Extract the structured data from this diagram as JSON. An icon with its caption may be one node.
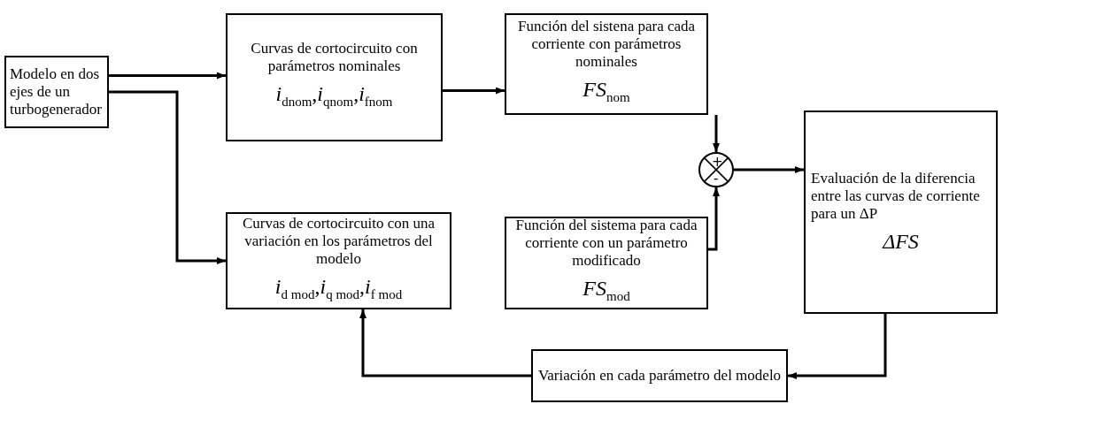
{
  "diagram": {
    "nodes": [
      {
        "text": [
          "Modelo en dos ejes de un turbogenerador"
        ]
      },
      {
        "text": [
          "Curvas de cortocircuito con parámetros nominales",
          "*i*$_{dnom}$,*i*$_{qnom}$,*i*$_{fnom}$"
        ]
      },
      {
        "text": [
          "Función del sistena para cada corriente con parámetros nominales",
          "*FS*$_{nom}$"
        ]
      },
      {
        "text": [
          "Curvas de cortocircuito con una variación en los parámetros del modelo",
          "*i*$_{d mod}$,*i*$_{q mod}$,*i*$_{f mod}$"
        ]
      },
      {
        "text": [
          "Función del sistema para cada corriente con un parámetro modificado",
          "*FS*$_{mod}$"
        ]
      },
      {
        "text": [
          "+",
          "-"
        ]
      },
      {
        "text": [
          "Evaluación de la diferencia entre las curvas de corriente para un ΔP",
          "ΔFS"
        ]
      },
      {
        "text": [
          "Variación en cada parámetro del modelo"
        ]
      }
    ],
    "edges": [
      {
        "from": 0,
        "to": 1,
        "arrow": "to"
      },
      {
        "from": 0,
        "to": 3,
        "arrow": "to"
      },
      {
        "from": 1,
        "to": 2,
        "arrow": "to"
      },
      {
        "from": 2,
        "to": 5,
        "arrow": "to"
      },
      {
        "from": 4,
        "to": 5,
        "arrow": "to"
      },
      {
        "from": 5,
        "to": 6,
        "arrow": "to"
      },
      {
        "from": 6,
        "to": 7,
        "arrow": "to"
      },
      {
        "from": 7,
        "to": 3,
        "arrow": "to"
      }
    ]
  }
}
